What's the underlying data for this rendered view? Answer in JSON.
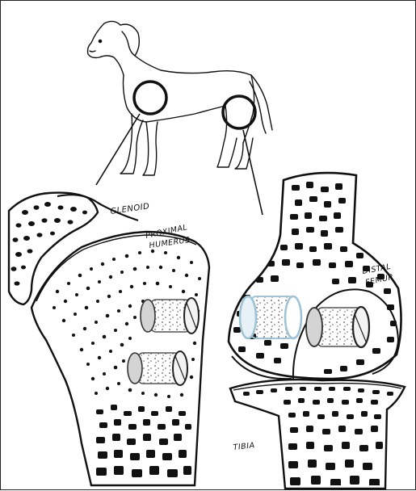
{
  "labels": {
    "glenoid": "GLENOID",
    "proximal": "PROXIMAL",
    "humerus": "HUMERUS",
    "distal": "DISTAL",
    "femur": "FEMUR",
    "tibia": "TIBIA"
  },
  "colors": {
    "ink": "#111111",
    "implant_blue": "#9fc3d6",
    "implant_fill": "#bdbdbd"
  }
}
